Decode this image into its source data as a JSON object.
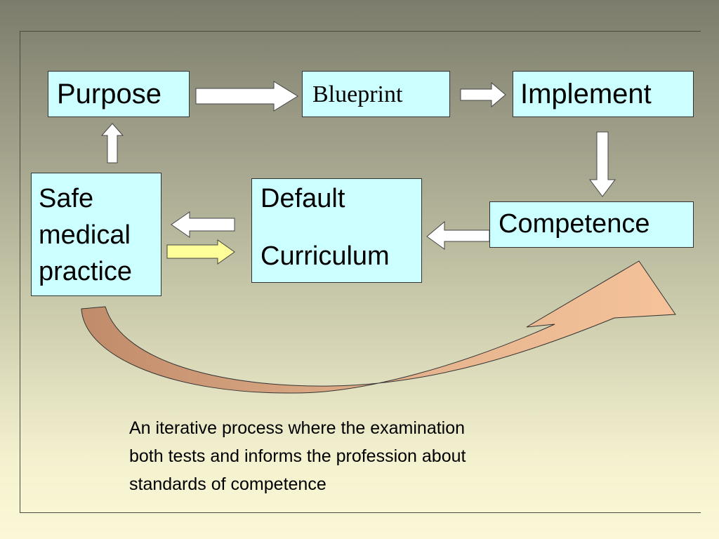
{
  "diagram": {
    "boxes": {
      "purpose": "Purpose",
      "blueprint": "Blueprint",
      "implement": "Implement",
      "safe_line1": "Safe",
      "safe_line2": "medical",
      "safe_line3": "practice",
      "default_line1": "Default",
      "default_line2": "Curriculum",
      "competence": "Competence"
    },
    "caption_line1": "An iterative process where the examination",
    "caption_line2": "both tests and informs the profession about",
    "caption_line3": "standards of competence"
  },
  "colors": {
    "box_fill": "#ccffff",
    "arrow_white": "#ffffff",
    "arrow_yellow": "#ffff99",
    "curved_arrow": "#d9aa88"
  }
}
